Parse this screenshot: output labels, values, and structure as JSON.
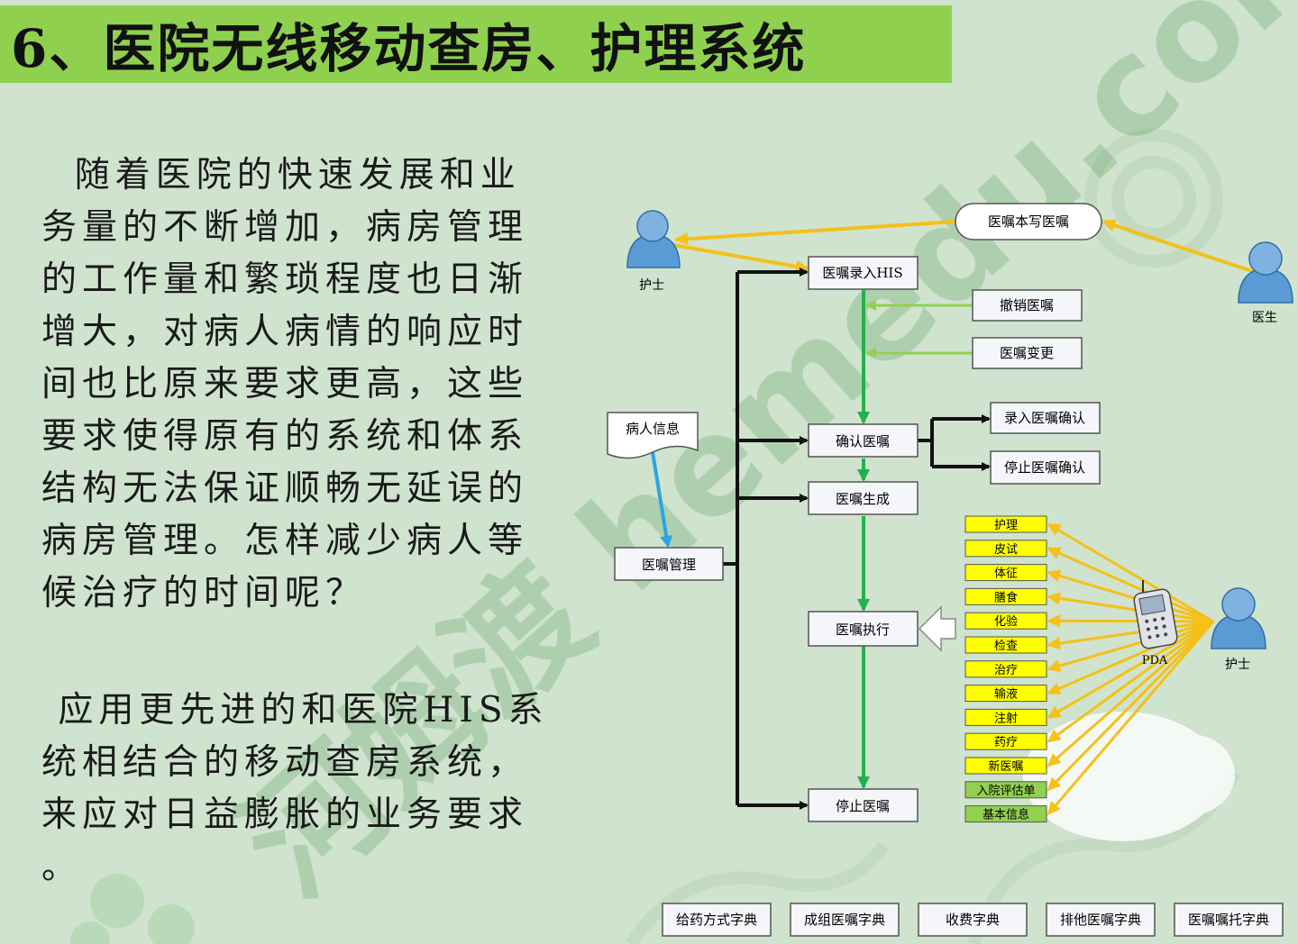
{
  "title": "6、医院无线移动查房、护理系统",
  "paragraphs": [
    "  随着医院的快速发展和业\n务量的不断增加，病房管理\n的工作量和繁琐程度也日渐\n增大，对病人病情的响应时\n间也比原来要求更高，这些\n要求使得原有的系统和体系\n结构无法保证顺畅无延误的\n病房管理。怎样减少病人等\n候治疗的时间呢？",
    " 应用更先进的和医院HIS系\n统相结合的移动查房系统，\n来应对日益膨胀的业务要求\n。"
  ],
  "watermark": "河姆渡 hemedu.com",
  "diagram": {
    "actors": {
      "nurse_left": "护士",
      "doctor": "医生",
      "nurse_right": "护士",
      "pda": "PDA"
    },
    "nodes": {
      "handwrite": "医嘱本写医嘱",
      "entry": "医嘱录入HIS",
      "revoke": "撤销医嘱",
      "change": "医嘱变更",
      "patient_info": "病人信息",
      "confirm": "确认医嘱",
      "confirm_entry": "录入医嘱确认",
      "confirm_stop": "停止医嘱确认",
      "generate": "医嘱生成",
      "manage": "医嘱管理",
      "execute": "医嘱执行",
      "stop": "停止医嘱"
    },
    "categories": [
      "护理",
      "皮试",
      "体征",
      "膳食",
      "化验",
      "检查",
      "治疗",
      "输液",
      "注射",
      "药疗",
      "新医嘱",
      "入院评估单",
      "基本信息"
    ],
    "dictionaries": [
      "给药方式字典",
      "成组医嘱字典",
      "收费字典",
      "排他医嘱字典",
      "医嘱嘱托字典"
    ],
    "colors": {
      "title_bar": "#8fd14f",
      "flow_green": "#22b14c",
      "flow_light_green": "#92d050",
      "flow_black": "#111111",
      "orange_arrow": "#f5c018",
      "blue_arrow": "#2aa6e0",
      "category_yellow": "#ffff00",
      "category_green": "#92d050",
      "actor_blue": "#5b9bd5"
    }
  }
}
